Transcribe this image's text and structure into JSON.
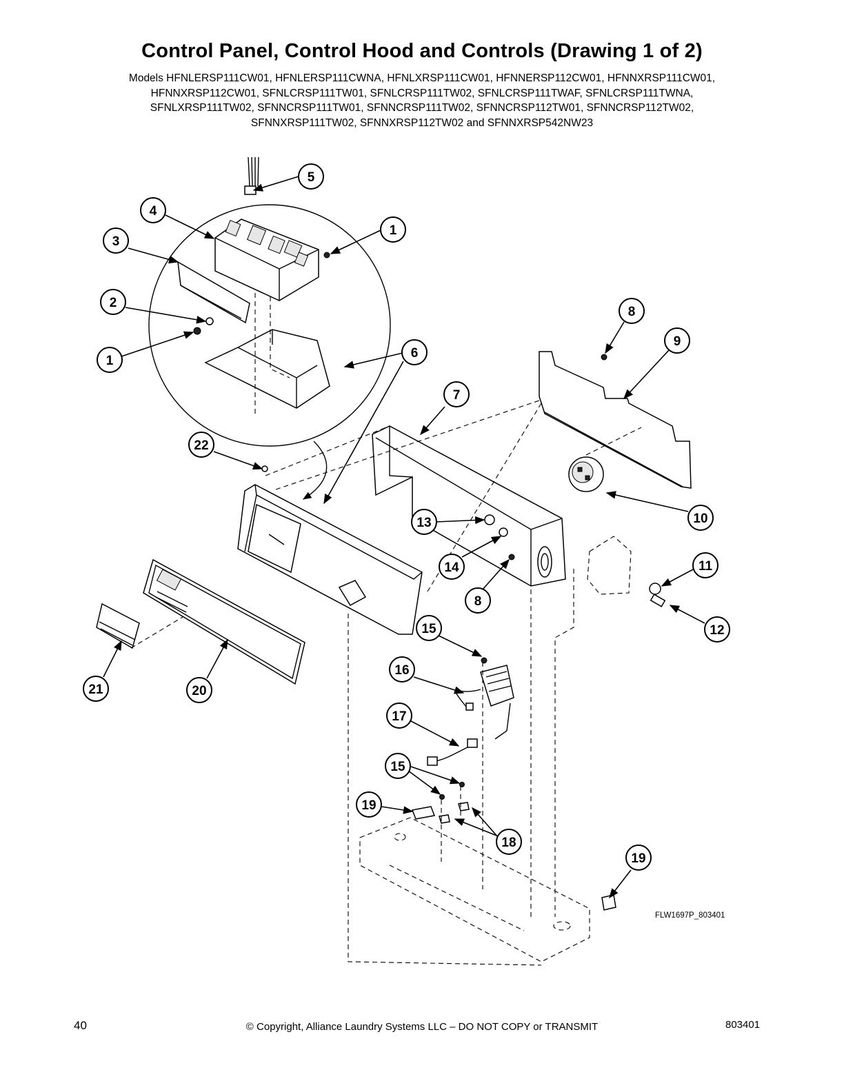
{
  "title": "Control Panel, Control Hood and Controls (Drawing 1 of 2)",
  "models_lines": [
    "Models HFNLERSP111CW01, HFNLERSP111CWNA, HFNLXRSP111CW01, HFNNERSP112CW01, HFNNXRSP111CW01,",
    "HFNNXRSP112CW01, SFNLCRSP111TW01, SFNLCRSP111TW02, SFNLCRSP111TWAF, SFNLCRSP111TWNA,",
    "SFNLXRSP111TW02, SFNNCRSP111TW01, SFNNCRSP111TW02, SFNNCRSP112TW01, SFNNCRSP112TW02,",
    "SFNNXRSP111TW02, SFNNXRSP112TW02 and SFNNXRSP542NW23"
  ],
  "callouts": [
    "5",
    "4",
    "1",
    "3",
    "2",
    "1",
    "6",
    "8",
    "9",
    "7",
    "22",
    "10",
    "13",
    "14",
    "11",
    "8",
    "12",
    "15",
    "16",
    "21",
    "20",
    "17",
    "15",
    "19",
    "18",
    "19"
  ],
  "drawing_id": "FLW1697P_803401",
  "footer": {
    "page_number": "40",
    "copyright": "© Copyright, Alliance Laundry Systems LLC – DO NOT COPY or TRANSMIT",
    "doc_number": "803401"
  }
}
